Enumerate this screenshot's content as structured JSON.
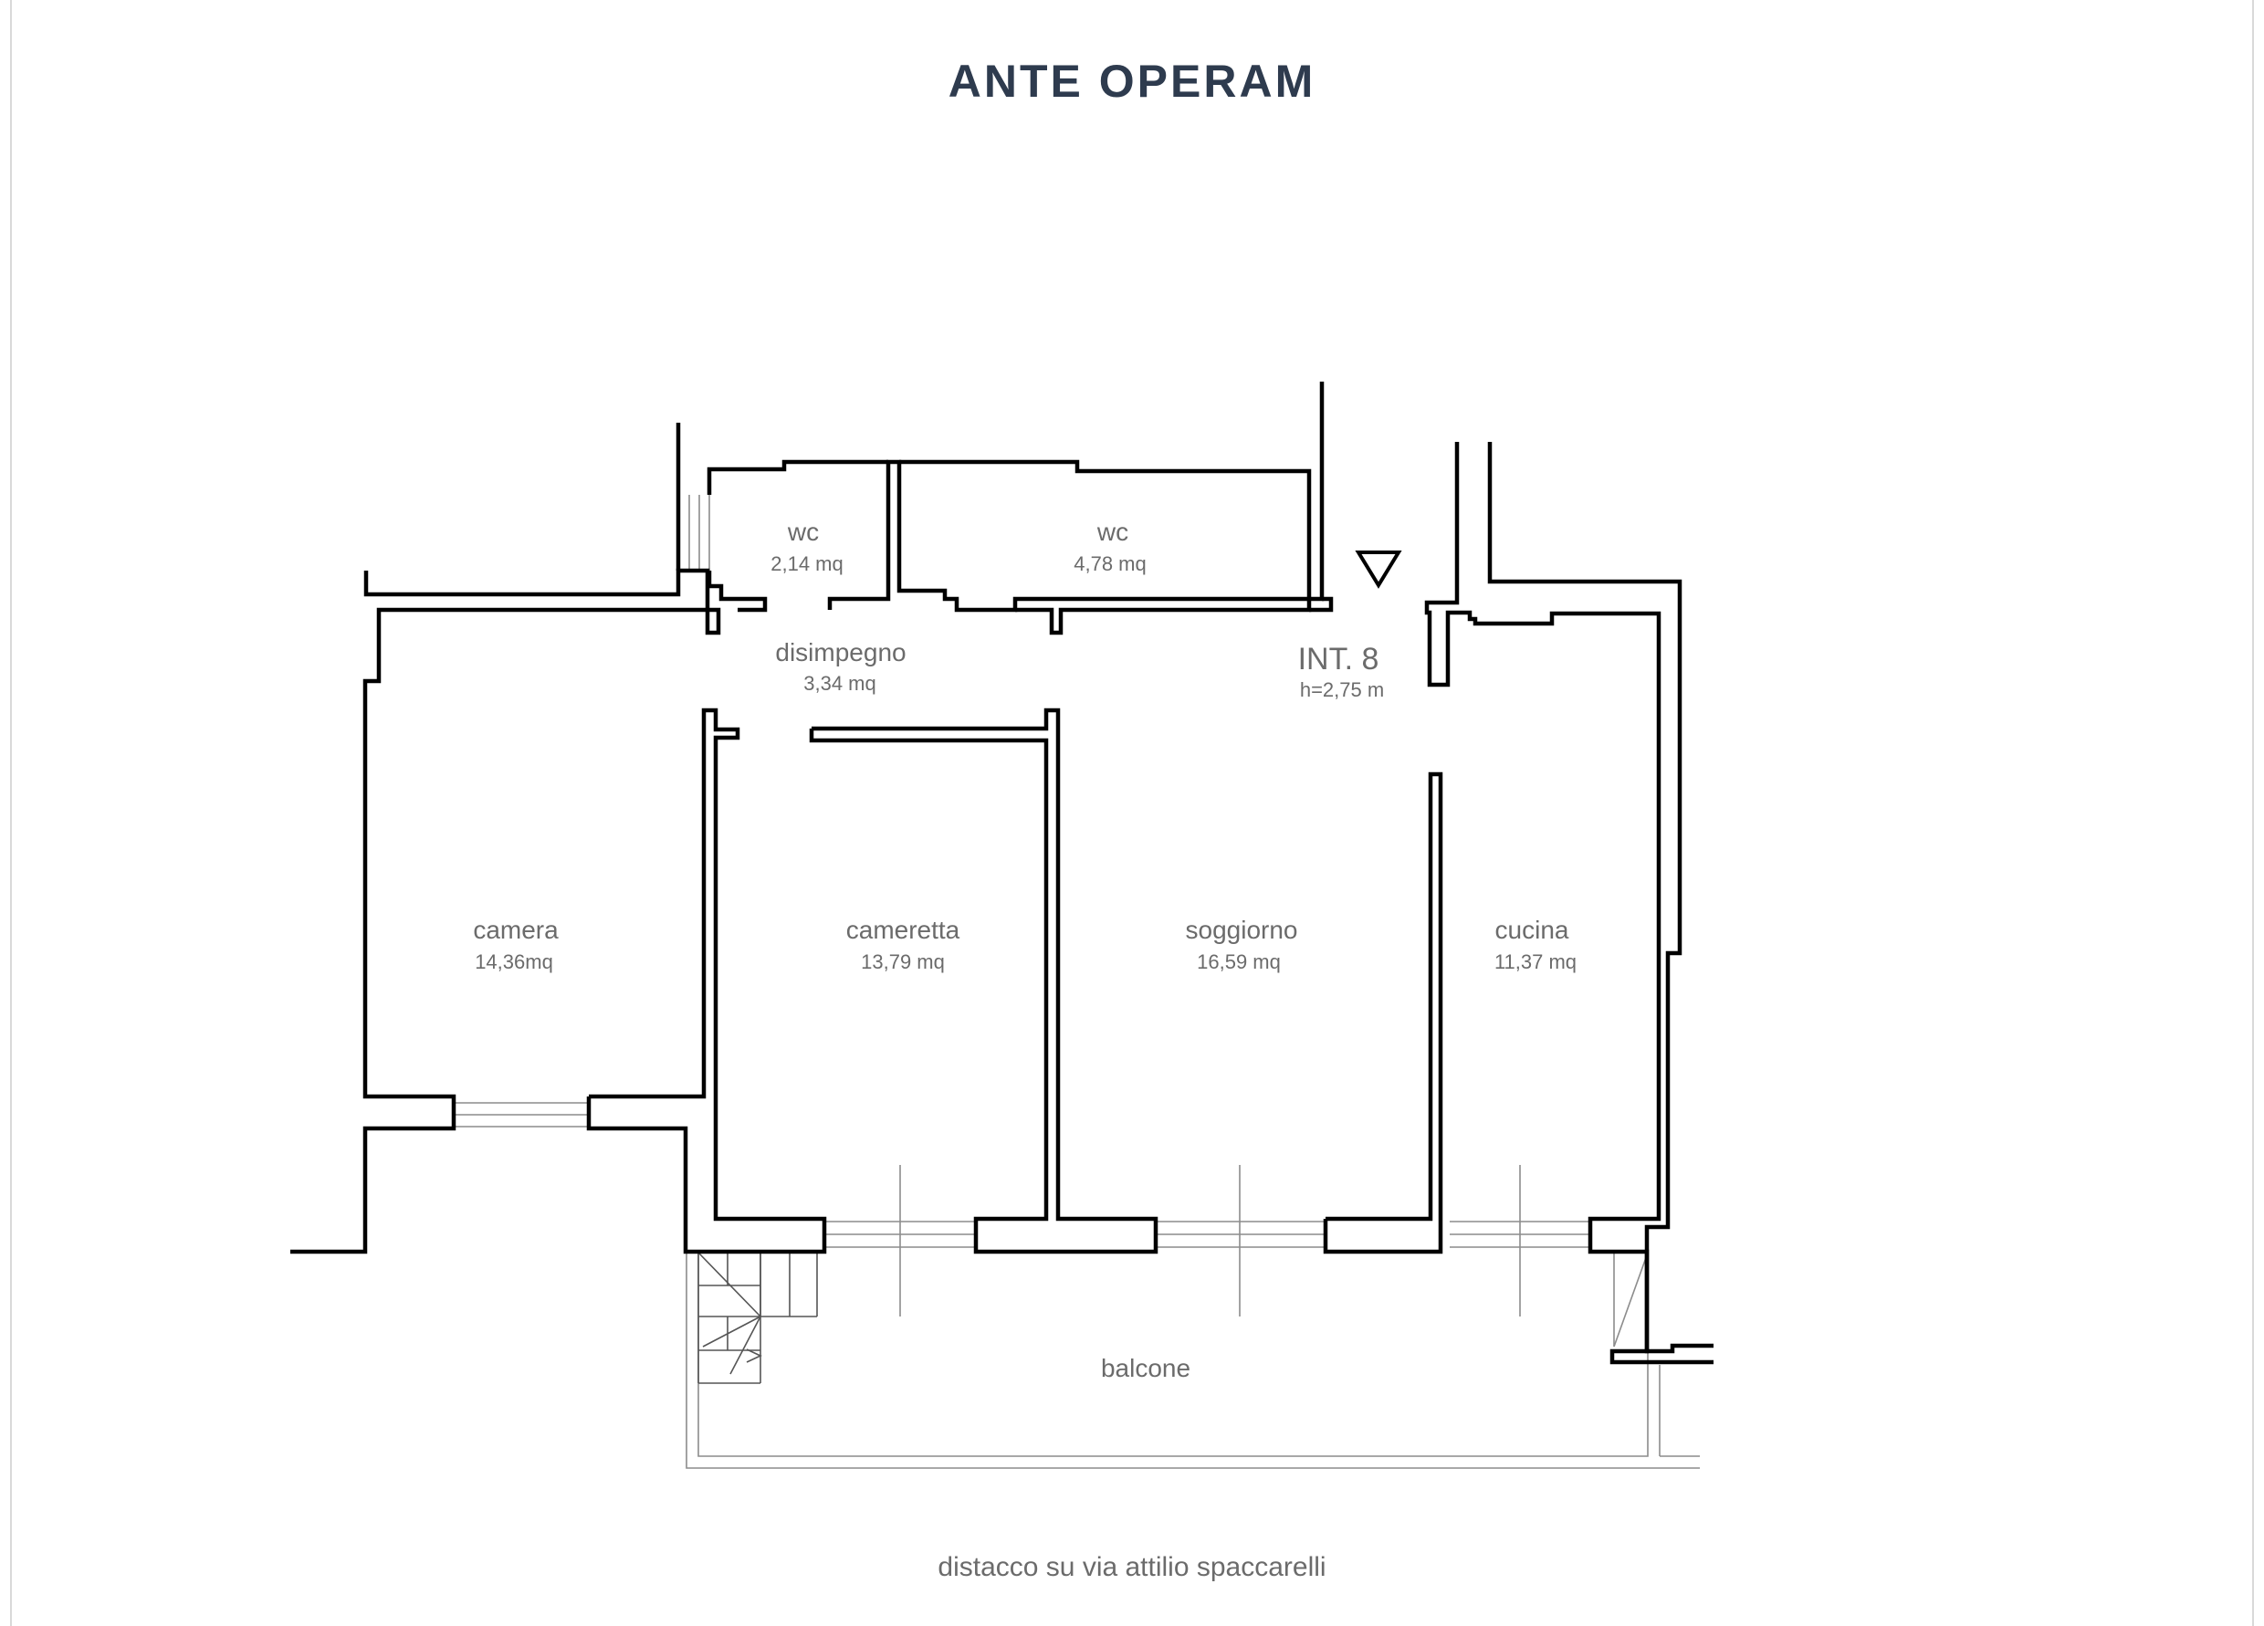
{
  "title": "ANTE OPERAM",
  "title_color": "#2e3b4e",
  "caption": "distacco su via attilio spaccarelli",
  "unit": {
    "name": "INT. 8",
    "height": "h=2,75 m"
  },
  "rooms": {
    "wc_small": {
      "name": "wc",
      "area": "2,14 mq"
    },
    "wc_large": {
      "name": "wc",
      "area": "4,78 mq"
    },
    "disimpegno": {
      "name": "disimpegno",
      "area": "3,34 mq"
    },
    "camera": {
      "name": "camera",
      "area": "14,36mq"
    },
    "cameretta": {
      "name": "cameretta",
      "area": "13,79 mq"
    },
    "soggiorno": {
      "name": "soggiorno",
      "area": "16,59 mq"
    },
    "cucina": {
      "name": "cucina",
      "area": "11,37 mq"
    },
    "balcone": {
      "name": "balcone"
    }
  }
}
